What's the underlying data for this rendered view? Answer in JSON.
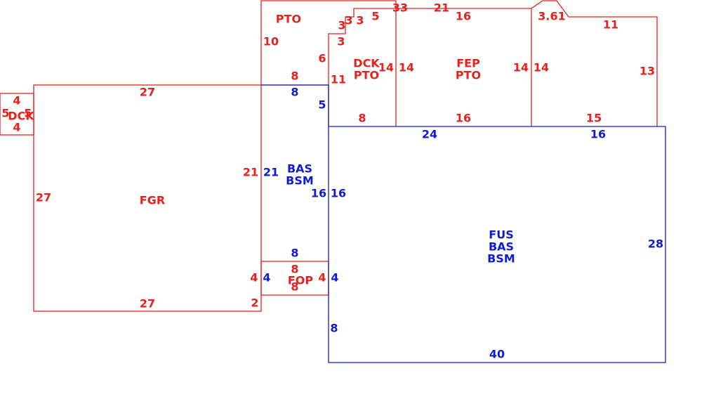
{
  "colors": {
    "red": "#e8201c",
    "blue": "#0f1cd0"
  },
  "areas": {
    "dck_left": "DCK",
    "fgr": "FGR",
    "pto_top": "PTO",
    "dck_pto": [
      "DCK",
      "PTO"
    ],
    "fep_pto": [
      "FEP",
      "PTO"
    ],
    "bas_bsm": [
      "BAS",
      "BSM"
    ],
    "fop": "FOP",
    "fus_bas_bsm": [
      "FUS",
      "BAS",
      "BSM"
    ]
  },
  "dimensions": {
    "dck_top": "4",
    "dck_bottom": "4",
    "dck_left": "5",
    "dck_right": "5",
    "fgr_top": "27",
    "fgr_left": "27",
    "fgr_bottom": "27",
    "fgr_right": "21",
    "fgr_right_small": "4",
    "fgr_bottom_right": "2",
    "pto_left": "10",
    "pto_top_right_a": "3",
    "pto_top_right_b": "3",
    "pto_top_right_c": "3",
    "pto_step_5": "5",
    "pto_top_33": "33",
    "pto_top_21": "21",
    "pto_top_16": "16",
    "pto_diag": "3.61",
    "pto_top_11": "11",
    "pto_right": "13",
    "pto_bottom_8": "8",
    "pto_inner_6": "6",
    "dck_pto_left": "11",
    "dck_pto_right": "14",
    "dck_pto_bottom": "8",
    "fep_left": "14",
    "fep_right": "14",
    "fep_bottom": "16",
    "right_deck_left": "14",
    "right_deck_bottom": "15",
    "bas_top": "8",
    "bas_right_top": "5",
    "bas_left": "21",
    "bas_right": "16",
    "bas_bottom": "8",
    "fop_top": "8",
    "fop_bottom": "8",
    "fop_left": "4",
    "fop_right": "4",
    "fop_right_blue": "4",
    "fop_left_blue": "4",
    "fus_top_24": "24",
    "fus_top_16": "16",
    "fus_left_16": "16",
    "fus_left_8": "8",
    "fus_right": "28",
    "fus_bottom": "40"
  }
}
